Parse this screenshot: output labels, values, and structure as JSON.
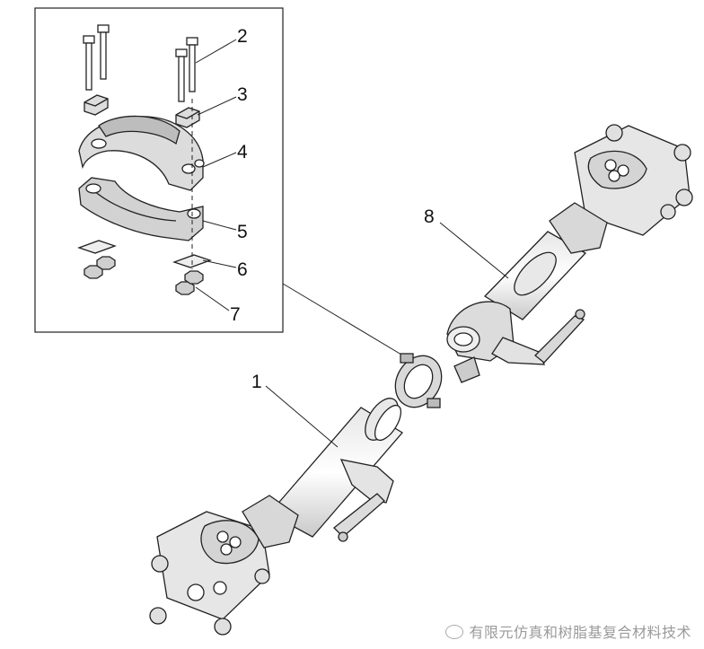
{
  "callouts": [
    "1",
    "2",
    "3",
    "4",
    "5",
    "6",
    "7",
    "8"
  ],
  "watermark": "有限元仿真和树脂基复合材料技术"
}
